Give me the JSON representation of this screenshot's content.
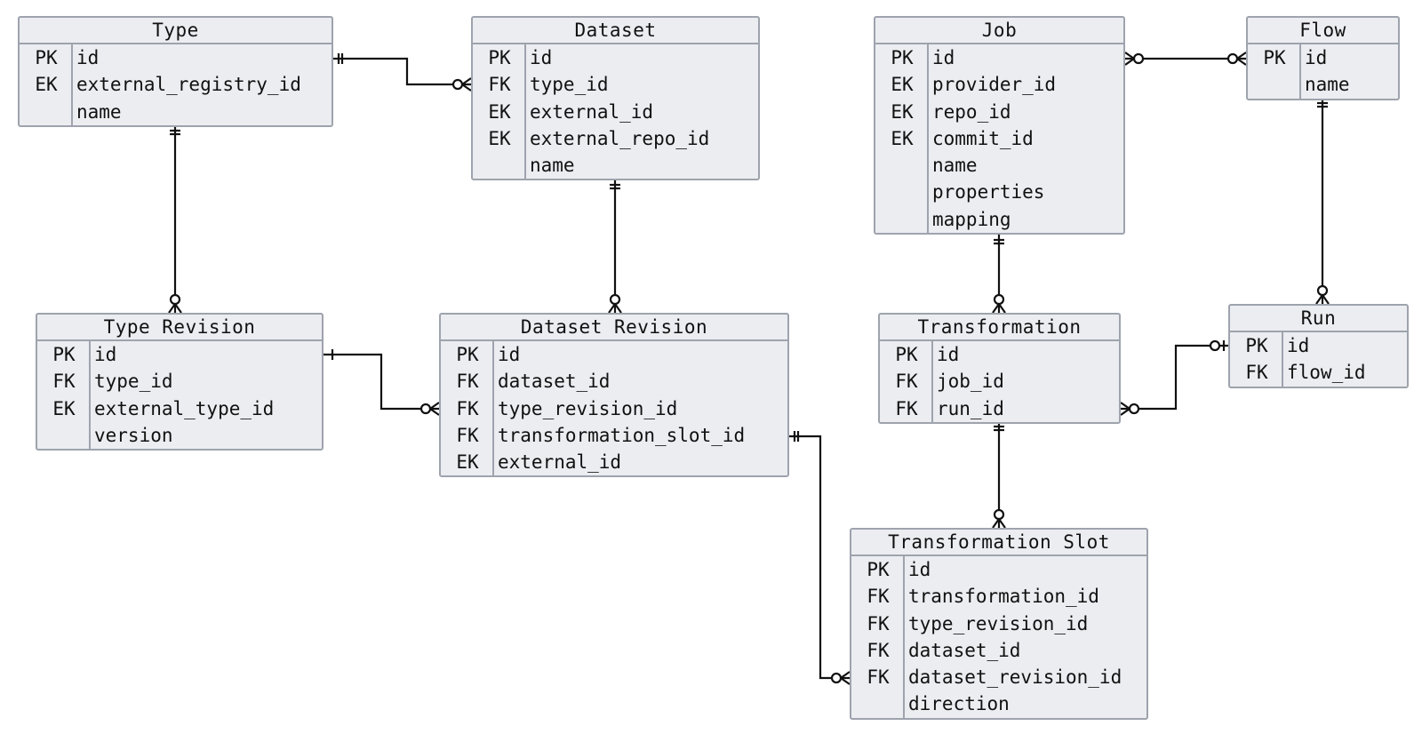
{
  "entities": [
    {
      "name": "Type",
      "rows": [
        {
          "key": "PK",
          "field": "id"
        },
        {
          "key": "EK",
          "field": "external_registry_id"
        },
        {
          "key": "",
          "field": "name"
        }
      ]
    },
    {
      "name": "Dataset",
      "rows": [
        {
          "key": "PK",
          "field": "id"
        },
        {
          "key": "FK",
          "field": "type_id"
        },
        {
          "key": "EK",
          "field": "external_id"
        },
        {
          "key": "EK",
          "field": "external_repo_id"
        },
        {
          "key": "",
          "field": "name"
        }
      ]
    },
    {
      "name": "Job",
      "rows": [
        {
          "key": "PK",
          "field": "id"
        },
        {
          "key": "EK",
          "field": "provider_id"
        },
        {
          "key": "EK",
          "field": "repo_id"
        },
        {
          "key": "EK",
          "field": "commit_id"
        },
        {
          "key": "",
          "field": "name"
        },
        {
          "key": "",
          "field": "properties"
        },
        {
          "key": "",
          "field": "mapping"
        }
      ]
    },
    {
      "name": "Flow",
      "rows": [
        {
          "key": "PK",
          "field": "id"
        },
        {
          "key": "",
          "field": "name"
        }
      ]
    },
    {
      "name": "Type Revision",
      "rows": [
        {
          "key": "PK",
          "field": "id"
        },
        {
          "key": "FK",
          "field": "type_id"
        },
        {
          "key": "EK",
          "field": "external_type_id"
        },
        {
          "key": "",
          "field": "version"
        }
      ]
    },
    {
      "name": "Dataset Revision",
      "rows": [
        {
          "key": "PK",
          "field": "id"
        },
        {
          "key": "FK",
          "field": "dataset_id"
        },
        {
          "key": "FK",
          "field": "type_revision_id"
        },
        {
          "key": "FK",
          "field": "transformation_slot_id"
        },
        {
          "key": "EK",
          "field": "external_id"
        }
      ]
    },
    {
      "name": "Transformation",
      "rows": [
        {
          "key": "PK",
          "field": "id"
        },
        {
          "key": "FK",
          "field": "job_id"
        },
        {
          "key": "FK",
          "field": "run_id"
        }
      ]
    },
    {
      "name": "Run",
      "rows": [
        {
          "key": "PK",
          "field": "id"
        },
        {
          "key": "FK",
          "field": "flow_id"
        }
      ]
    },
    {
      "name": "Transformation Slot",
      "rows": [
        {
          "key": "PK",
          "field": "id"
        },
        {
          "key": "FK",
          "field": "transformation_id"
        },
        {
          "key": "FK",
          "field": "type_revision_id"
        },
        {
          "key": "FK",
          "field": "dataset_id"
        },
        {
          "key": "FK",
          "field": "dataset_revision_id"
        },
        {
          "key": "",
          "field": "direction"
        }
      ]
    }
  ],
  "relationships": [
    {
      "from": "Type",
      "from_card": "one-and-only-one",
      "to": "Dataset",
      "to_card": "zero-or-many"
    },
    {
      "from": "Type",
      "from_card": "one-and-only-one",
      "to": "Type Revision",
      "to_card": "zero-or-many"
    },
    {
      "from": "Dataset",
      "from_card": "one-and-only-one",
      "to": "Dataset Revision",
      "to_card": "zero-or-many"
    },
    {
      "from": "Job",
      "from_card": "zero-or-many",
      "to": "Flow",
      "to_card": "zero-or-many"
    },
    {
      "from": "Flow",
      "from_card": "one-and-only-one",
      "to": "Run",
      "to_card": "zero-or-many"
    },
    {
      "from": "Type Revision",
      "from_card": "one",
      "to": "Dataset Revision",
      "to_card": "zero-or-many"
    },
    {
      "from": "Job",
      "from_card": "one-and-only-one",
      "to": "Transformation",
      "to_card": "zero-or-many"
    },
    {
      "from": "Run",
      "from_card": "zero-or-one",
      "to": "Transformation",
      "to_card": "zero-or-many"
    },
    {
      "from": "Transformation",
      "from_card": "one-and-only-one",
      "to": "Transformation Slot",
      "to_card": "zero-or-many"
    },
    {
      "from": "Dataset Revision",
      "from_card": "one-and-only-one",
      "to": "Transformation Slot",
      "to_card": "zero-or-many"
    }
  ]
}
